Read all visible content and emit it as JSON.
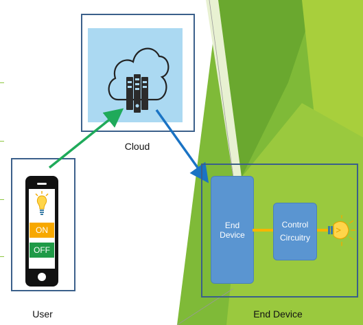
{
  "diagram": {
    "cloud": {
      "label": "Cloud"
    },
    "user": {
      "label": "User",
      "on_button": "ON",
      "off_button": "OFF"
    },
    "end_device_group": {
      "label": "End Device",
      "end_device_box": "End Device",
      "control_box": "Control Circuitry"
    }
  },
  "colors": {
    "frame": "#3a5f8a",
    "cloud_fill": "#abd9f2",
    "box_fill": "#5a95d1",
    "on": "#f7a800",
    "off": "#1f9a47",
    "arrow_up": "#1faa5a",
    "arrow_down": "#1a73c4",
    "wire": "#f7b500",
    "bg_green": "#8dc63f"
  },
  "icons": [
    "cloud-icon",
    "server-icon",
    "smartphone-icon",
    "lightbulb-icon"
  ]
}
